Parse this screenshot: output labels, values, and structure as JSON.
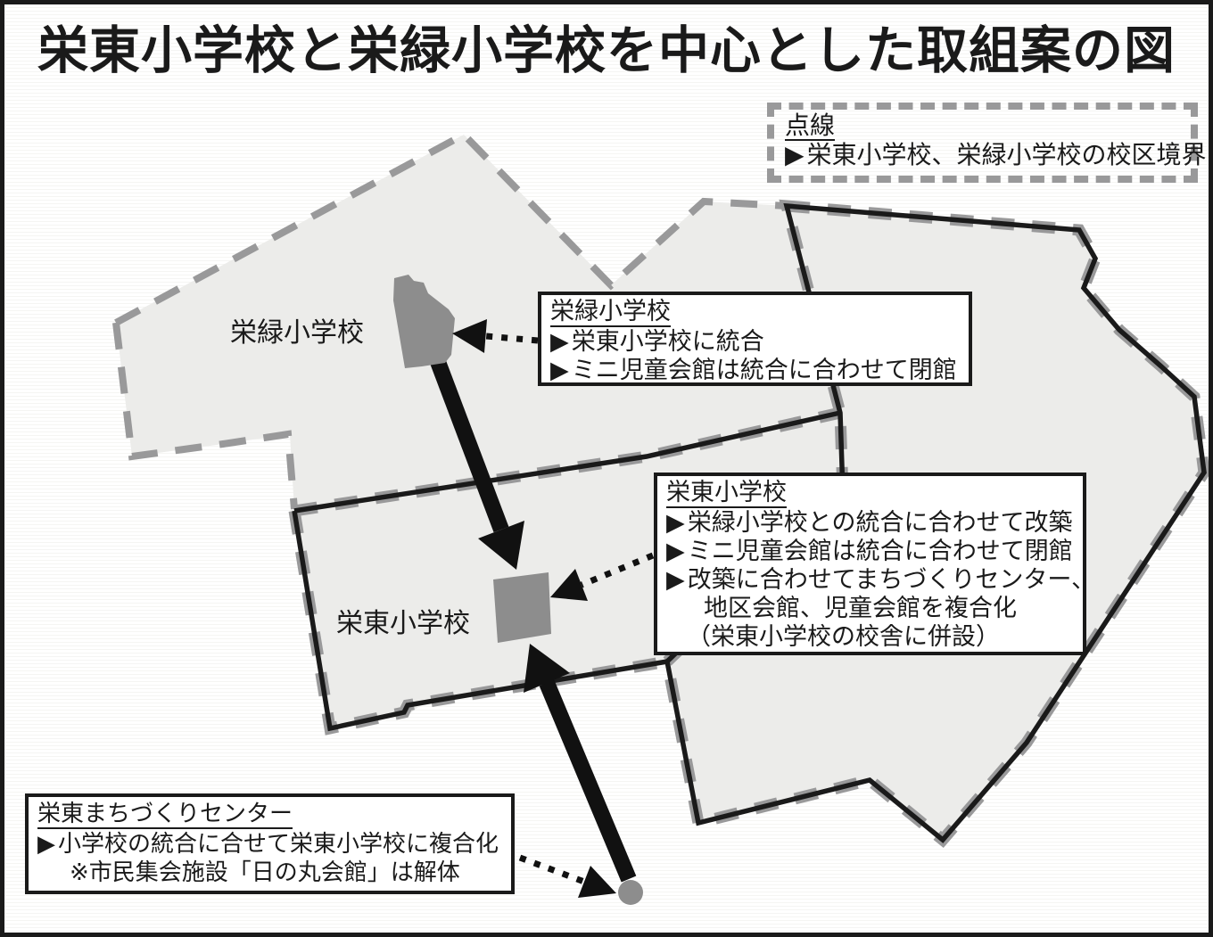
{
  "title": "栄東小学校と栄緑小学校を中心とした取組案の図",
  "glyphs": {
    "bullet": "▶"
  },
  "legend": {
    "title": "点線",
    "item": "栄東小学校、栄緑小学校の校区境界"
  },
  "map": {
    "region_labels": {
      "midori": "栄緑小学校",
      "higashi": "栄東小学校"
    },
    "colors": {
      "district_fill": "#ececea",
      "boundary_black": "#1a1a1a",
      "boundary_dash_gray": "#99999a",
      "marker_gray": "#8d8d8d"
    }
  },
  "callouts": {
    "midori": {
      "title": "栄緑小学校",
      "items": [
        "栄東小学校に統合",
        "ミニ児童会館は統合に合わせて閉館"
      ]
    },
    "higashi": {
      "title": "栄東小学校",
      "items": [
        "栄緑小学校との統合に合わせて改築",
        "ミニ児童会館は統合に合わせて閉館",
        "改築に合わせてまちづくりセンター、",
        "地区会館、児童会館を複合化",
        "（栄東小学校の校舎に併設）"
      ]
    },
    "machizukuri": {
      "title": "栄東まちづくりセンター",
      "items": [
        "小学校の統合に合せて栄東小学校に複合化",
        "※市民集会施設「日の丸会館」は解体"
      ]
    }
  }
}
